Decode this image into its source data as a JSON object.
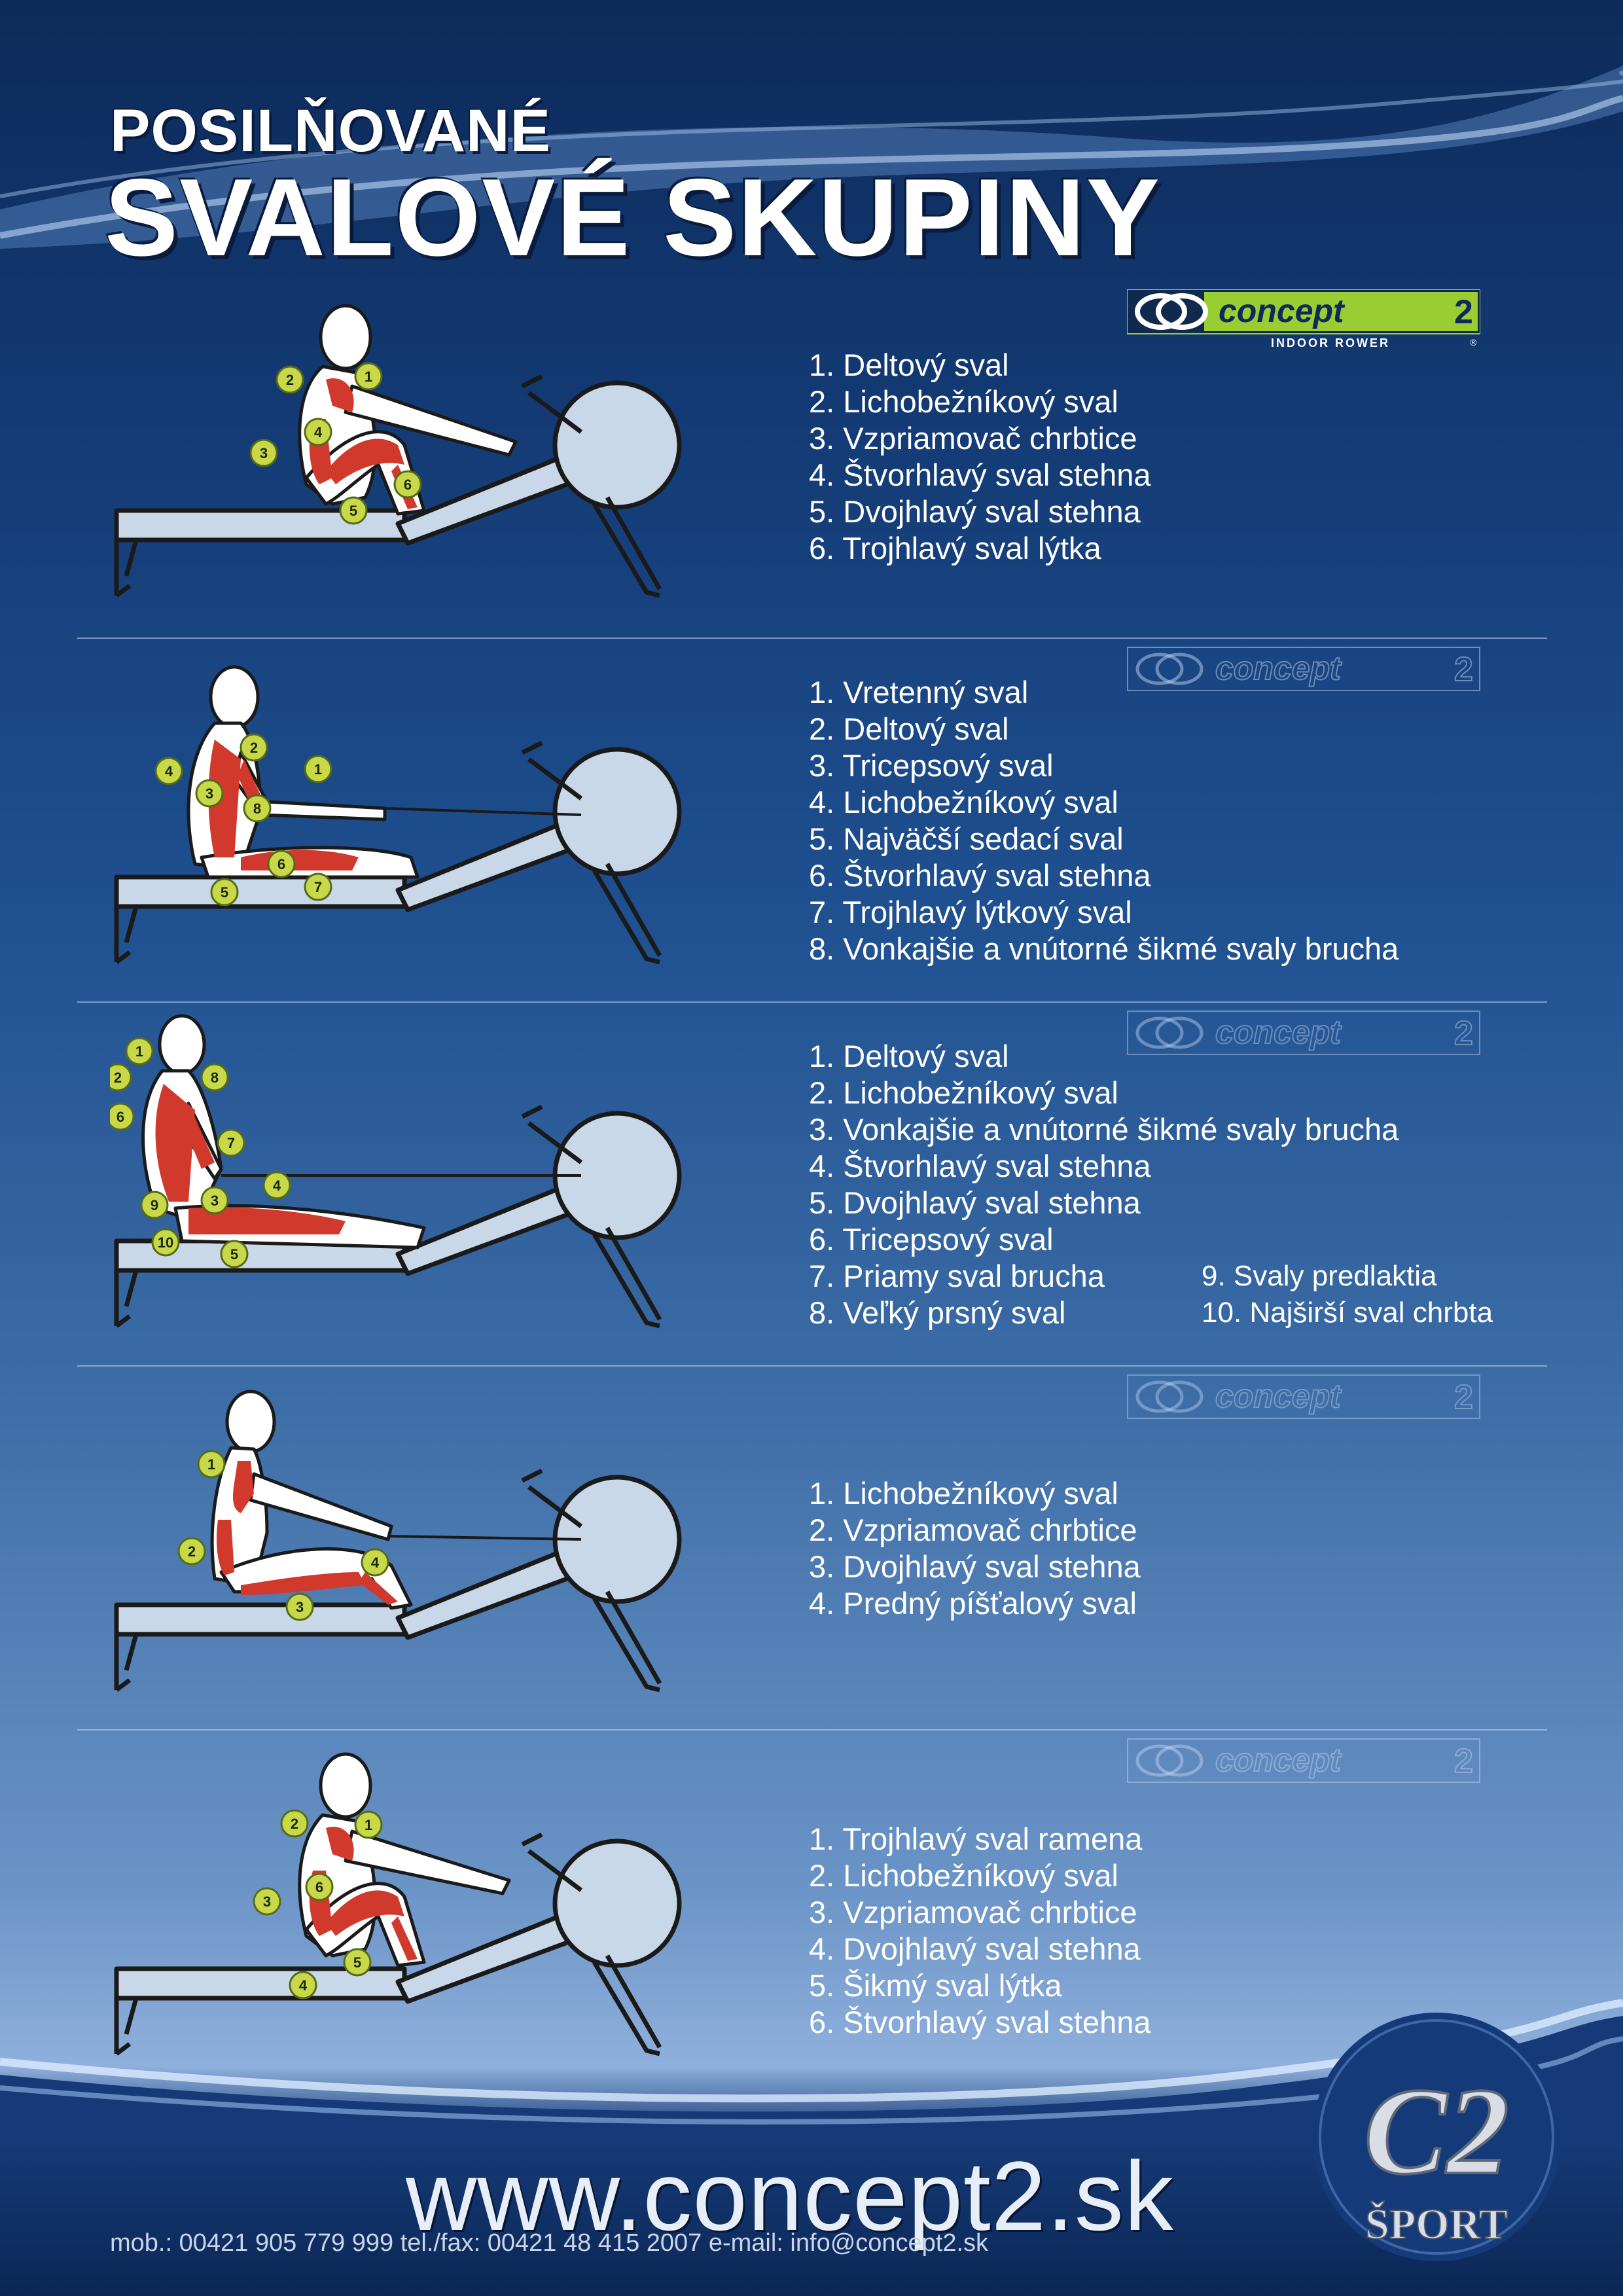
{
  "title": {
    "line1": "POSILŇOVANÉ",
    "line2": "SVALOVÉ SKUPINY"
  },
  "brand": {
    "logo_text": "concept",
    "logo_number": "2",
    "logo_subtitle": "INDOOR ROWER",
    "registered_mark": "®",
    "badge_letters": "C2",
    "badge_word": "ŠPORT"
  },
  "colors": {
    "background_top": "#0d2a5a",
    "background_bottom": "#8fb0dc",
    "logo_green": "#9acd32",
    "muscle_red": "#d0392c",
    "marker_yellow": "#c8d848",
    "machine_fill": "#c9d8e8"
  },
  "sections": [
    {
      "items": [
        "1. Deltový sval",
        "2. Lichobežníkový sval",
        "3. Vzpriamovač chrbtice",
        "4. Štvorhlavý sval stehna",
        "5. Dvojhlavý sval stehna",
        "6. Trojhlavý sval lýtka"
      ],
      "markers": [
        "1",
        "2",
        "3",
        "4",
        "5",
        "6"
      ]
    },
    {
      "items": [
        "1. Vretenný sval",
        "2. Deltový sval",
        "3. Tricepsový sval",
        "4. Lichobežníkový sval",
        "5. Najväčší sedací sval",
        "6. Štvorhlavý sval stehna",
        "7. Trojhlavý lýtkový sval",
        "8. Vonkajšie a vnútorné šikmé svaly brucha"
      ],
      "markers": [
        "1",
        "2",
        "3",
        "4",
        "5",
        "6",
        "7",
        "8"
      ]
    },
    {
      "items": [
        "1. Deltový sval",
        "2. Lichobežníkový sval",
        "3. Vonkajšie a vnútorné šikmé svaly brucha",
        "4. Štvorhlavý sval stehna",
        "5. Dvojhlavý sval stehna",
        "6. Tricepsový sval",
        "7. Priamy sval brucha",
        "8. Veľký prsný sval"
      ],
      "items_extra": [
        "9. Svaly predlaktia",
        "10. Najširší sval chrbta"
      ],
      "markers": [
        "1",
        "2",
        "3",
        "4",
        "5",
        "6",
        "7",
        "8",
        "9",
        "10"
      ]
    },
    {
      "items": [
        "1. Lichobežníkový sval",
        "2. Vzpriamovač chrbtice",
        "3. Dvojhlavý sval stehna",
        "4. Predný píšťalový sval"
      ],
      "markers": [
        "1",
        "2",
        "3",
        "4"
      ]
    },
    {
      "items": [
        "1. Trojhlavý sval ramena",
        "2. Lichobežníkový sval",
        "3. Vzpriamovač chrbtice",
        "4. Dvojhlavý sval stehna",
        "5. Šikmý sval lýtka",
        "6. Štvorhlavý sval stehna"
      ],
      "markers": [
        "1",
        "2",
        "3",
        "4",
        "5",
        "6"
      ]
    }
  ],
  "footer": {
    "website": "www.concept2.sk",
    "contact": "mob.: 00421 905  779 999   tel./fax: 00421 48  415  2007   e-mail: info@concept2.sk"
  }
}
